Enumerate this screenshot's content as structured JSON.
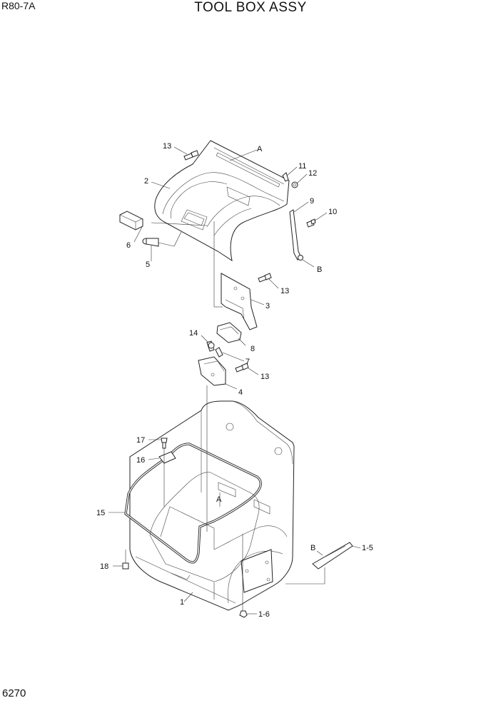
{
  "header": {
    "model": "R80-7A",
    "title": "TOOL BOX ASSY"
  },
  "footer": {
    "page_number": "6270"
  },
  "callouts": {
    "c13a": "13",
    "cA_top": "A",
    "c11": "11",
    "c12": "12",
    "c2": "2",
    "c9": "9",
    "c10": "10",
    "c6": "6",
    "c5": "5",
    "cB_top": "B",
    "c13b": "13",
    "c3": "3",
    "c14": "14",
    "c8": "8",
    "c7": "7",
    "c13c": "13",
    "c4": "4",
    "c17": "17",
    "c16": "16",
    "cA_low": "A",
    "c15": "15",
    "cB_low": "B",
    "c1_5": "1-5",
    "c18": "18",
    "c1": "1",
    "c1_6": "1-6"
  }
}
